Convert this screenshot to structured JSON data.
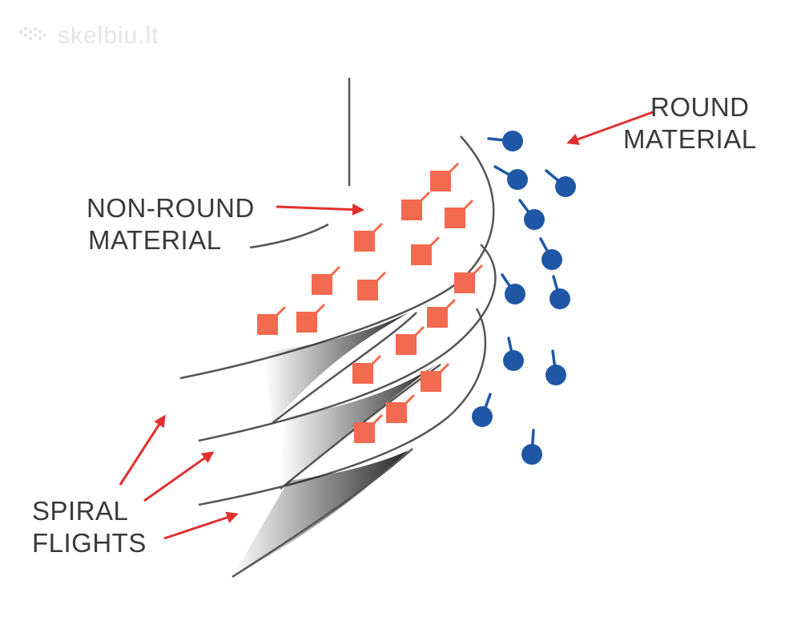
{
  "watermark": {
    "text": "skelbiu.lt",
    "icon": "dotted-logo-icon"
  },
  "labels": {
    "round_material": [
      "ROUND",
      "MATERIAL"
    ],
    "non_round_material": [
      "NON-ROUND",
      "MATERIAL"
    ],
    "spiral_flights": [
      "SPIRAL",
      "FLIGHTS"
    ]
  },
  "colors": {
    "round_material": "#1f57a6",
    "non_round_material": "#f26a4f",
    "arrow": "#e03030",
    "flight_line": "#555555",
    "label_text": "#3a3a3a"
  }
}
